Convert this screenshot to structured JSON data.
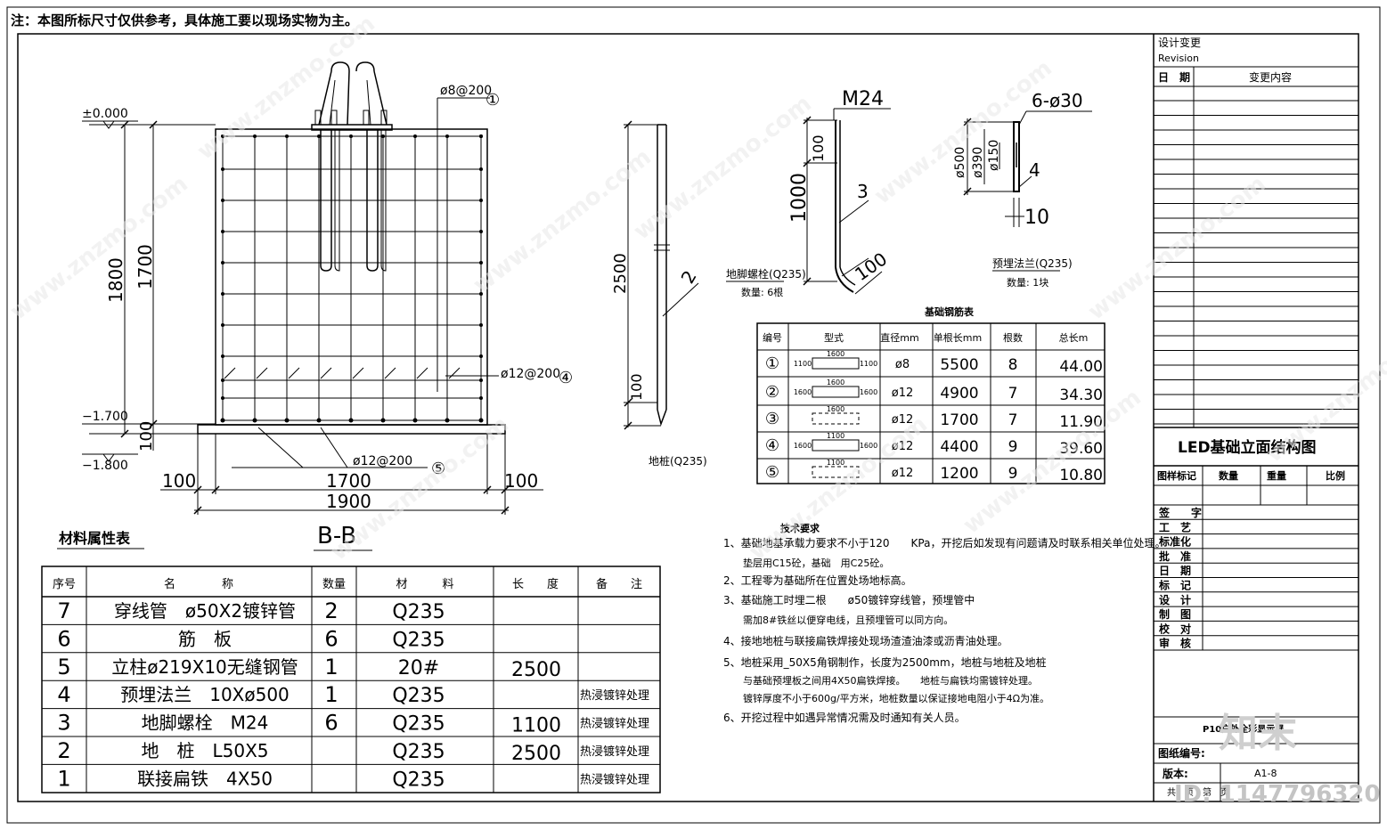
{
  "top_note": "注：本图所标尺寸仅供参考，具体施工要以现场实物为主。",
  "section": {
    "dims": {
      "elev_top": "±0.000",
      "elev_mid": "−1.700",
      "elev_bot": "−1.800",
      "h_total": "1800",
      "h_main": "1700",
      "h_base": "100",
      "w_total": "1900",
      "w_main": "1700",
      "w_left": "100",
      "w_right": "100"
    },
    "labels": {
      "rebar1": "ø8@200",
      "rebar4": "ø12@200",
      "rebar5": "ø12@200",
      "num1": "①",
      "num4": "④",
      "num5": "⑤",
      "title": "B-B"
    }
  },
  "pile": {
    "len": "2500",
    "tip": "100",
    "num": "2",
    "caption": "地桩(Q235)"
  },
  "bolt": {
    "size": "M24",
    "d100a": "100",
    "d1000": "1000",
    "d100b": "100",
    "num": "3",
    "caption1": "地脚螺栓(Q235)",
    "caption2": "数量: 6根"
  },
  "flange": {
    "holes": "6-ø30",
    "d500": "ø500",
    "d390": "ø390",
    "d150": "ø150",
    "num": "4",
    "thick": "10",
    "caption1": "预埋法兰(Q235)",
    "caption2": "数量: 1块"
  },
  "rebar_table": {
    "title": "基础钢筋表",
    "headers": [
      "编号",
      "型式",
      "直径mm",
      "单根长mm",
      "根数",
      "总长m"
    ],
    "rows": [
      {
        "no": "①",
        "shape_top": "1600",
        "shape_l": "1100",
        "shape_r": "1100",
        "dia": "ø8",
        "len": "5500",
        "cnt": "8",
        "total": "44.00"
      },
      {
        "no": "②",
        "shape_top": "1600",
        "shape_l": "1600",
        "shape_r": "1600",
        "dia": "ø12",
        "len": "4900",
        "cnt": "7",
        "total": "34.30"
      },
      {
        "no": "③",
        "shape_top": "1600",
        "shape_l": "",
        "shape_r": "",
        "dia": "ø12",
        "len": "1700",
        "cnt": "7",
        "total": "11.90"
      },
      {
        "no": "④",
        "shape_top": "1100",
        "shape_l": "1600",
        "shape_r": "1600",
        "dia": "ø12",
        "len": "4400",
        "cnt": "9",
        "total": "39.60"
      },
      {
        "no": "⑤",
        "shape_top": "1100",
        "shape_l": "",
        "shape_r": "",
        "dia": "ø12",
        "len": "1200",
        "cnt": "9",
        "total": "10.80"
      }
    ]
  },
  "tech": {
    "title": "技术要求",
    "lines": [
      "1、基础地基承载力要求不小于120　　KPa，开挖后如发现有问题请及时联系相关单位处理。",
      "　　垫层用C15砼，基础　用C25砼。",
      "2、工程零为基础所在位置处场地标高。",
      "3、基础施工时埋二根　　ø50镀锌穿线管，预埋管中",
      "　　需加8#铁丝以便穿电线，且预埋管可以同方向。",
      "4、接地地桩与联接扁铁焊接处现场渣渣油漆或沥青油处理。",
      "5、地桩采用_50X5角钢制作，长度为2500mm，地桩与地桩及地桩",
      "　　与基础预埋板之间用4X50扁铁焊接。　　地桩与扁铁均需镀锌处理。",
      "　　镀锌厚度不小于600g/平方米，地桩数量以保证接地电阻小于4Ω为准。",
      "6、开挖过程中如遇异常情况需及时通知有关人员。"
    ]
  },
  "materials": {
    "title": "材料属性表",
    "headers": [
      "序号",
      "名　　　　称",
      "数量",
      "材　　　料",
      "长　　度",
      "备　　注"
    ],
    "rows": [
      {
        "no": "7",
        "name": "穿线管　ø50X2镀锌管",
        "qty": "2",
        "mat": "Q235",
        "len": "",
        "note": ""
      },
      {
        "no": "6",
        "name": "筋　板",
        "qty": "6",
        "mat": "Q235",
        "len": "",
        "note": ""
      },
      {
        "no": "5",
        "name": "立柱ø219X10无缝钢管",
        "qty": "1",
        "mat": "20#",
        "len": "2500",
        "note": ""
      },
      {
        "no": "4",
        "name": "预埋法兰　10Xø500",
        "qty": "1",
        "mat": "Q235",
        "len": "",
        "note": "热浸镀锌处理"
      },
      {
        "no": "3",
        "name": "地脚螺栓　M24",
        "qty": "6",
        "mat": "Q235",
        "len": "1100",
        "note": "热浸镀锌处理"
      },
      {
        "no": "2",
        "name": "地　桩　L50X5",
        "qty": "",
        "mat": "Q235",
        "len": "2500",
        "note": "热浸镀锌处理"
      },
      {
        "no": "1",
        "name": "联接扁铁　4X50",
        "qty": "",
        "mat": "Q235",
        "len": "",
        "note": "热浸镀锌处理"
      }
    ]
  },
  "title_block": {
    "rev1": "设计变更",
    "rev2": "Revision",
    "date": "日　期",
    "content": "变更内容",
    "drawing_title": "LED基础立面结构图",
    "h_mark": "图样标记",
    "h_qty": "数量",
    "h_weight": "重量",
    "h_scale": "比例",
    "sign_rows": [
      "签　　字",
      "工　艺",
      "标准化",
      "批　准",
      "日　期",
      "标　记",
      "设　计",
      "制　图",
      "校　对",
      "审　核"
    ],
    "project": "P10户外全彩显示屏",
    "drawing_no_label": "图纸编号:",
    "version_label": "版本:",
    "version_value": "A1-8",
    "page_row": "共　页　第　页"
  },
  "watermarks": {
    "text": "www.znzmo.com",
    "logo": "知末",
    "id": "ID: 1147796320"
  }
}
